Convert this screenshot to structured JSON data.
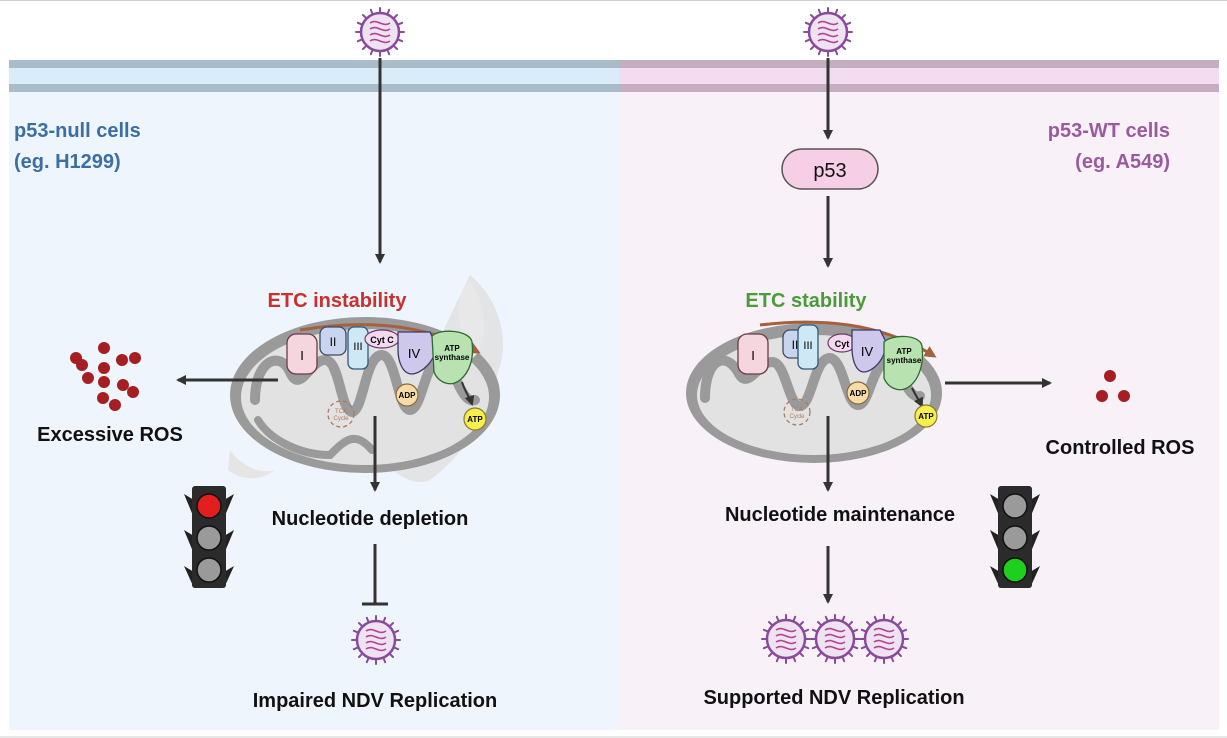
{
  "left_panel": {
    "cell_type": "p53-null cells",
    "example": "(eg. H1299)",
    "etc_state": "ETC instability",
    "ros_label": "Excessive ROS",
    "nucleotide_label": "Nucleotide depletion",
    "outcome_label": "Impaired NDV Replication",
    "traffic_light_active": "red"
  },
  "right_panel": {
    "cell_type": "p53-WT cells",
    "example": "(eg. A549)",
    "p53_label": "p53",
    "etc_state": "ETC stability",
    "ros_label": "Controlled ROS",
    "nucleotide_label": "Nucleotide maintenance",
    "outcome_label": "Supported NDV Replication",
    "traffic_light_active": "green"
  },
  "complexes": {
    "c1": "I",
    "c2": "II",
    "c3": "III",
    "cytc": "Cyt C",
    "cytc_short": "Cyt",
    "c4": "IV",
    "atp_synthase_1": "ATP",
    "atp_synthase_2": "synthase",
    "adp": "ADP",
    "atp": "ATP",
    "tca_1": "TCA",
    "tca_2": "Cycle"
  },
  "colors": {
    "left_bg": "#eef5fc",
    "right_bg": "#f8f1f8",
    "left_title": "#3b6ea5",
    "right_title": "#9b5a9e",
    "instability": "#c8312e",
    "stability": "#4a9b3a",
    "ros_dot": "#a61e22",
    "virus": "#8a4a9a",
    "arrow": "#333333"
  }
}
